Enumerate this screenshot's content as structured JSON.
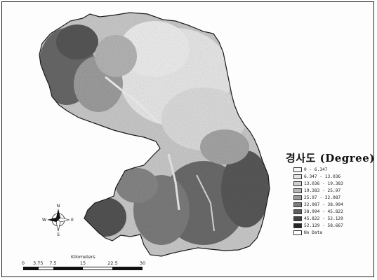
{
  "legend": {
    "title": "경사도 (Degree)",
    "classes": [
      {
        "label": "0 - 6.347",
        "color": "#f7f7f7"
      },
      {
        "label": "6.347 - 13.036",
        "color": "#e4e4e4"
      },
      {
        "label": "13.036 - 19.383",
        "color": "#cfcfcf"
      },
      {
        "label": "19.383 - 25.97",
        "color": "#b6b6b6"
      },
      {
        "label": "25.97 - 32.087",
        "color": "#9a9a9a"
      },
      {
        "label": "32.087 - 38.994",
        "color": "#7c7c7c"
      },
      {
        "label": "38.994 - 45.822",
        "color": "#5f5f5f"
      },
      {
        "label": "45.822 - 52.129",
        "color": "#424242"
      },
      {
        "label": "52.129 - 58.667",
        "color": "#262626"
      },
      {
        "label": "No Data",
        "color": "#ffffff"
      }
    ]
  },
  "north_arrow": {
    "n": "N",
    "s": "S",
    "e": "E",
    "w": "W"
  },
  "scale_bar": {
    "title": "Kilometers",
    "ticks": [
      {
        "label": "0",
        "value": 0
      },
      {
        "label": "3.75",
        "value": 3.75
      },
      {
        "label": "7.5",
        "value": 7.5
      },
      {
        "label": "15",
        "value": 15
      },
      {
        "label": "22.5",
        "value": 22.5
      },
      {
        "label": "30",
        "value": 30
      }
    ]
  }
}
